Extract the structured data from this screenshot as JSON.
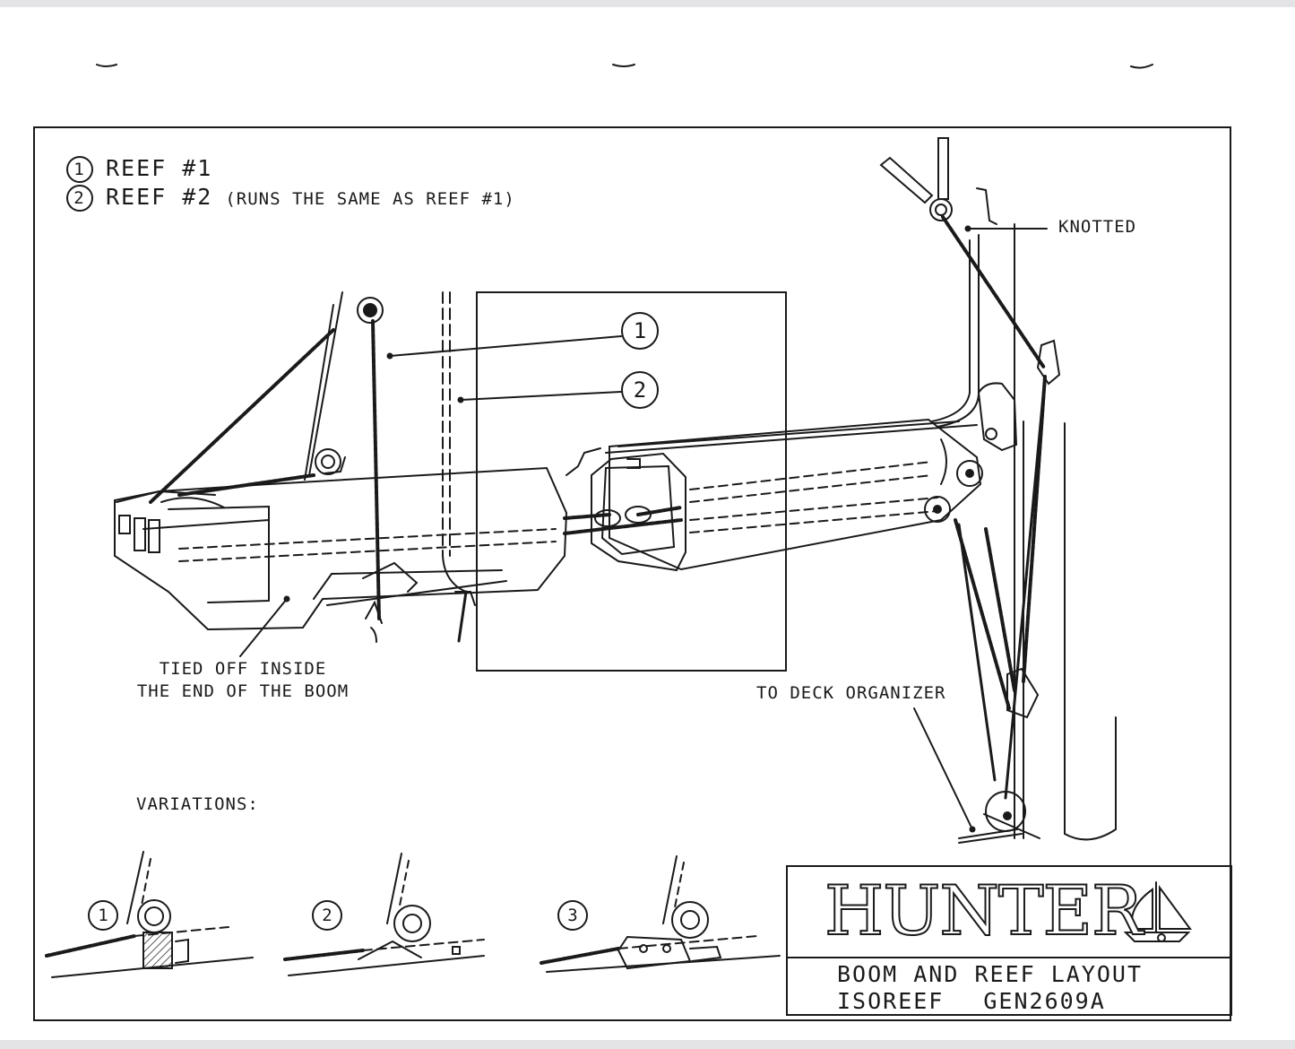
{
  "legend": {
    "items": [
      {
        "number": "1",
        "label": "REEF #1",
        "note": ""
      },
      {
        "number": "2",
        "label": "REEF #2",
        "note": "(RUNS THE SAME AS REEF #1)"
      }
    ]
  },
  "callouts": {
    "line1": "1",
    "line2": "2"
  },
  "notes": {
    "knotted": "KNOTTED",
    "tied_off_line1": "TIED OFF INSIDE",
    "tied_off_line2": "THE END OF THE BOOM",
    "to_deck_organizer": "TO DECK ORGANIZER",
    "variations": "VARIATIONS:"
  },
  "variations": [
    {
      "number": "1"
    },
    {
      "number": "2"
    },
    {
      "number": "3"
    }
  ],
  "title_block": {
    "brand": "HUNTER",
    "line1": "BOOM AND REEF LAYOUT",
    "line2_left": "ISOREEF",
    "line2_right": "GEN2609A"
  },
  "colors": {
    "ink": "#1a1a1a",
    "paper": "#ffffff",
    "chrome": "#e4e4e6"
  }
}
